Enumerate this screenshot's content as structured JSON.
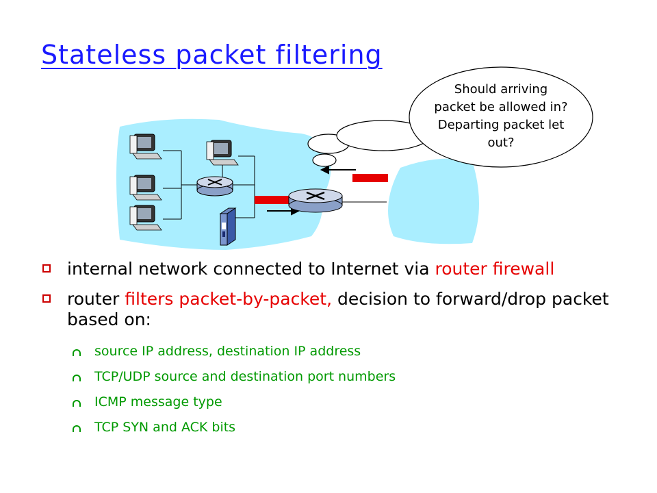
{
  "slide": {
    "title": "Stateless packet filtering"
  },
  "callout": {
    "line1": "Should arriving",
    "line2": "packet be allowed in?",
    "line3": "Departing packet let",
    "line4": "out?"
  },
  "bullets": [
    {
      "parts": [
        "internal network connected to Internet via ",
        "router firewall"
      ]
    },
    {
      "parts": [
        "router ",
        "filters packet-by-packet,",
        " decision to forward/drop packet based on:"
      ]
    }
  ],
  "sub_bullets": [
    "source IP address, destination IP address",
    "TCP/UDP source and destination port numbers",
    "ICMP message type",
    "TCP SYN and ACK bits"
  ],
  "colors": {
    "title": "#1a1aff",
    "emphasis": "#e60000",
    "sub_bullet": "#009900",
    "network_cloud": "#aaeeff"
  }
}
